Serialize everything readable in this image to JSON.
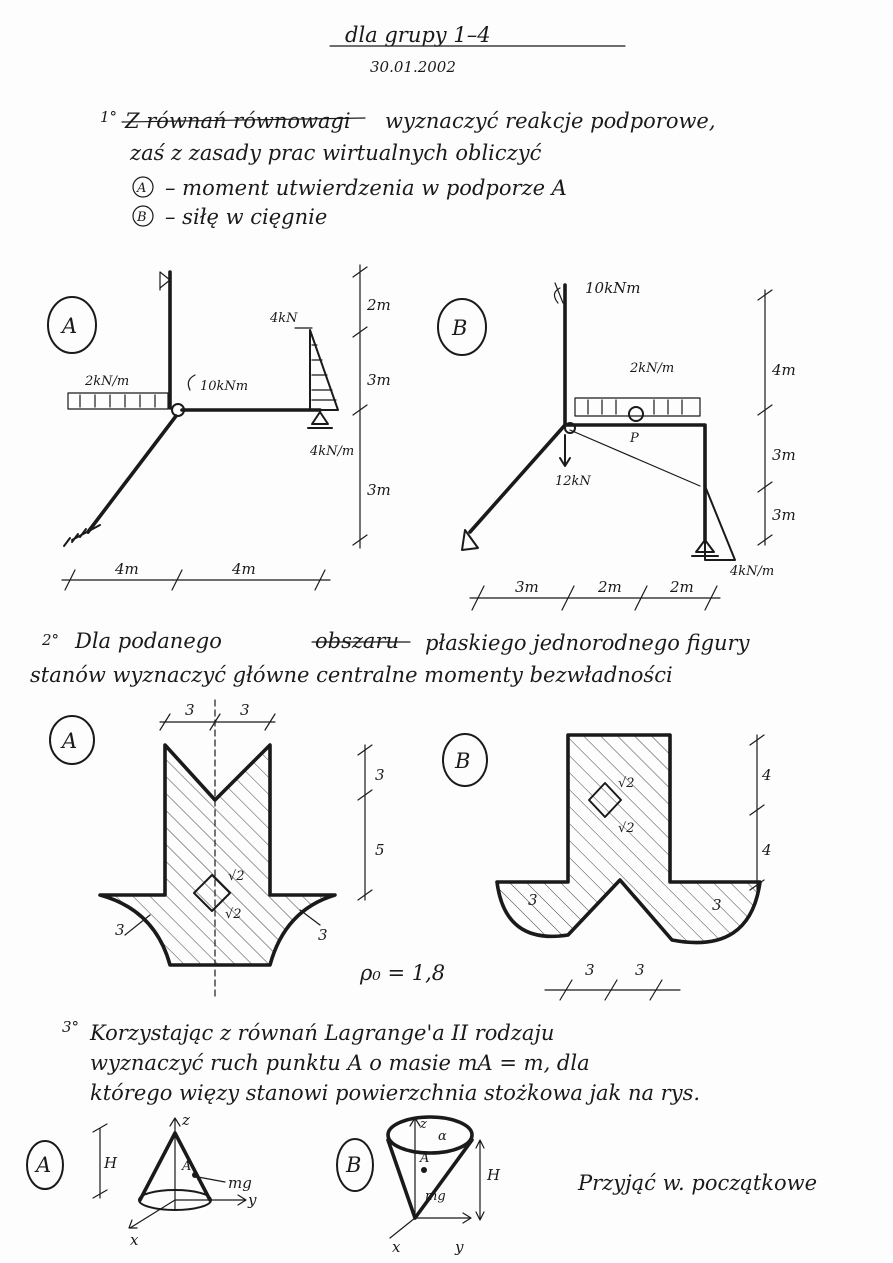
{
  "header": {
    "title": "dla grupy 1–4",
    "date": "30.01.2002"
  },
  "task1": {
    "number": "1°",
    "struck": "Z równań równowagi",
    "line1": "wyznaczyć reakcje podporowe,",
    "line2": "zaś z zasady prac wirtualnych obliczyć",
    "items": [
      {
        "marker": "A",
        "text": "– moment utwierdzenia w podporze A"
      },
      {
        "marker": "B",
        "text": "– siłę w cięgnie"
      }
    ],
    "figA": {
      "label": "A",
      "dist_load": "2kN/m",
      "moment": "10kNm",
      "force_top": "4kN",
      "tri_load": "4kN/m",
      "dims_v": [
        "2m",
        "3m",
        "3m"
      ],
      "dims_h": [
        "4m",
        "4m"
      ]
    },
    "figB": {
      "label": "B",
      "moment": "10kNm",
      "dist_load": "2kN/m",
      "hinge": "P",
      "force": "12kN",
      "tri_load": "4kN/m",
      "dims_v": [
        "4m",
        "3m",
        "3m"
      ],
      "dims_h": [
        "3m",
        "2m",
        "2m"
      ]
    }
  },
  "task2": {
    "number": "2°",
    "line1_a": "Dla podanego",
    "struck": "obszaru",
    "line1_b": "płaskiego jednorodnego figury",
    "line2": "stanów wyznaczyć główne centralne momenty bezwładności",
    "figA": {
      "label": "A",
      "dims_top": [
        "3",
        "3"
      ],
      "dims_right": [
        "3",
        "5"
      ],
      "hole": [
        "√2",
        "√2"
      ],
      "radii": [
        "3",
        "3"
      ],
      "rho": "ρ₀ = 1,8"
    },
    "figB": {
      "label": "B",
      "dims_right": [
        "4",
        "4"
      ],
      "hole": [
        "√2",
        "√2"
      ],
      "radii": [
        "3",
        "3"
      ],
      "dims_bottom": [
        "3",
        "3"
      ]
    }
  },
  "task3": {
    "number": "3°",
    "line1": "Korzystając z równań Lagrange'a II rodzaju",
    "line2": "wyznaczyć ruch punktu A o masie mA = m, dla",
    "line3": "którego więzy stanowi powierzchnia stożkowa jak na rys.",
    "figA": {
      "label": "A",
      "z": "z",
      "H": "H",
      "mg": "mg",
      "point": "A",
      "x": "x",
      "y": "y"
    },
    "figB": {
      "label": "B",
      "z": "z",
      "alpha": "α",
      "point": "A",
      "H": "H",
      "mg": "mg",
      "x": "x",
      "y": "y"
    },
    "note": "Przyjąć w. początkowe"
  }
}
